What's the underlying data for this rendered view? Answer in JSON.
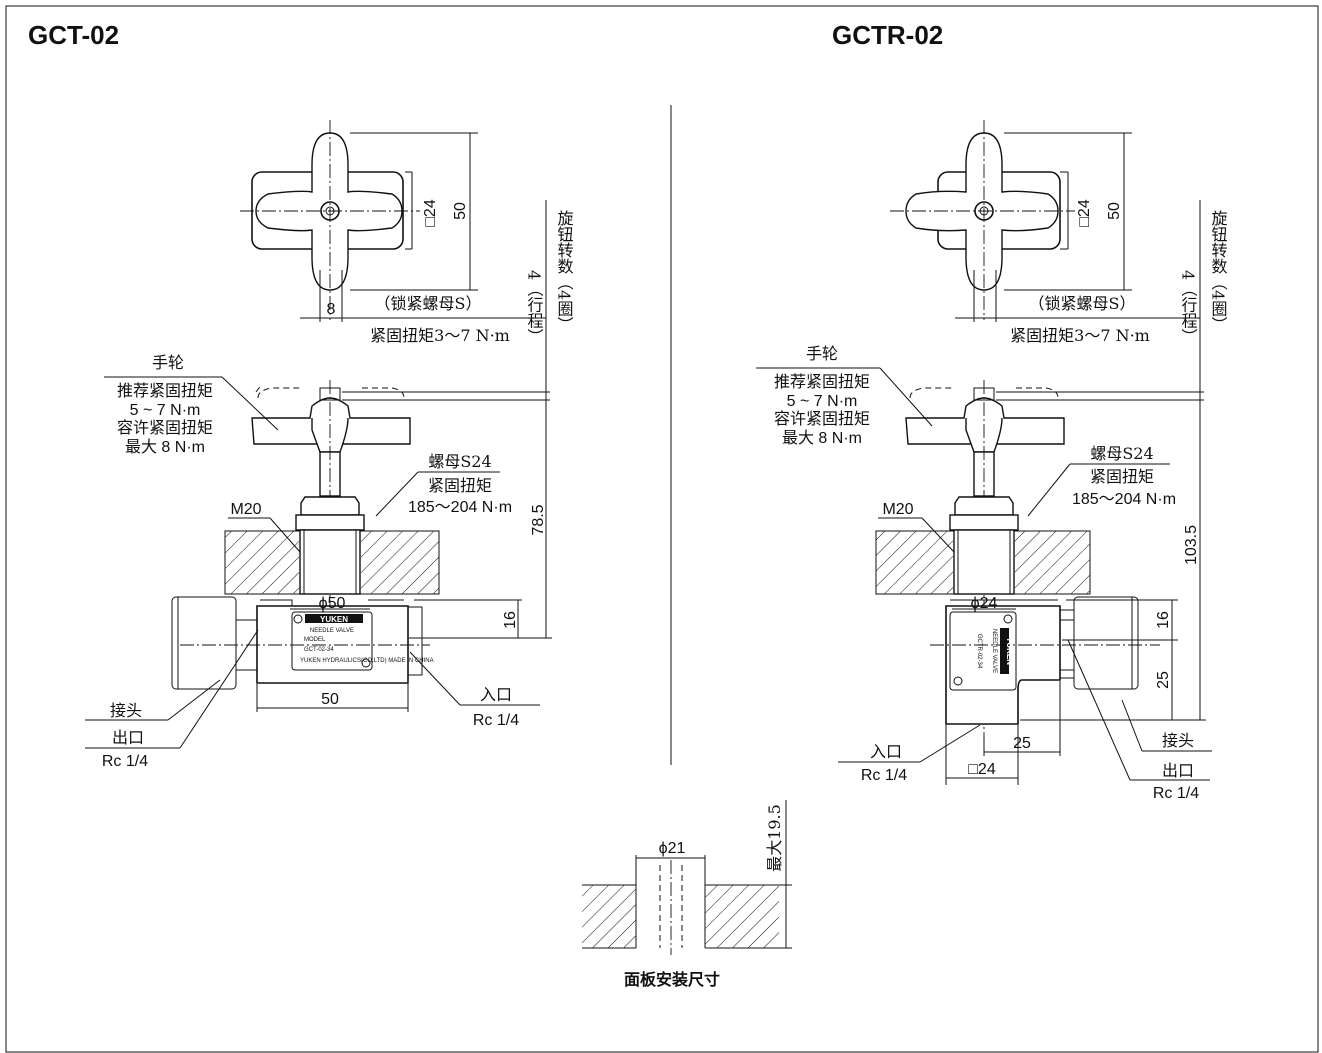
{
  "left": {
    "title": "GCT-02",
    "dim_24": "□24",
    "dim_50_v": "50",
    "dim_8": "8",
    "locknut": "（锁紧螺母S）",
    "lock_torque": "紧固扭矩3～7 N·m",
    "stroke_label": "4（行程）",
    "knob_turns": "旋钮转数（4圈）",
    "handwheel": "手轮",
    "rec_torque_label": "推荐紧固扭矩",
    "rec_torque_value": "5 ~ 7 N·m",
    "allow_torque_label": "容许紧固扭矩",
    "allow_torque_value": "最大 8 N·m",
    "nut": "螺母S24",
    "nut_torque_label": "紧固扭矩",
    "nut_torque_value": "185～204 N·m",
    "m20": "M20",
    "dim_78_5": "78.5",
    "phi50": "ϕ50",
    "dim_16": "16",
    "dim_50_h": "50",
    "joint": "接头",
    "outlet": "出口",
    "outlet_port": "Rc 1/4",
    "inlet": "入口",
    "inlet_port": "Rc 1/4",
    "plate": {
      "brand": "YUKEN",
      "type": "NEEDLE VALVE",
      "model_label": "MODEL",
      "model": "GCT-02-34",
      "maker": "YUKEN HYDRAULICS(CO,LTD) MADE IN CHINA"
    }
  },
  "right": {
    "title": "GCTR-02",
    "dim_24": "□24",
    "dim_50_v": "50",
    "locknut": "（锁紧螺母S）",
    "lock_torque": "紧固扭矩3～7 N·m",
    "stroke_label": "4（行程）",
    "knob_turns": "旋钮转数（4圈）",
    "handwheel": "手轮",
    "rec_torque_label": "推荐紧固扭矩",
    "rec_torque_value": "5 ~ 7 N·m",
    "allow_torque_label": "容许紧固扭矩",
    "allow_torque_value": "最大 8 N·m",
    "nut": "螺母S24",
    "nut_torque_label": "紧固扭矩",
    "nut_torque_value": "185～204 N·m",
    "m20": "M20",
    "dim_103_5": "103.5",
    "phi24": "ϕ24",
    "dim_16": "16",
    "dim_25_v": "25",
    "dim_25_h": "25",
    "sq24": "□24",
    "joint": "接头",
    "outlet": "出口",
    "outlet_port": "Rc 1/4",
    "inlet": "入口",
    "inlet_port": "Rc 1/4",
    "plate": {
      "brand": "YUKEN",
      "type": "NEEDLE VALVE",
      "model": "GCTR-02-34"
    }
  },
  "panel": {
    "phi21": "ϕ21",
    "max_depth": "最大19.5",
    "caption": "面板安装尺寸"
  }
}
